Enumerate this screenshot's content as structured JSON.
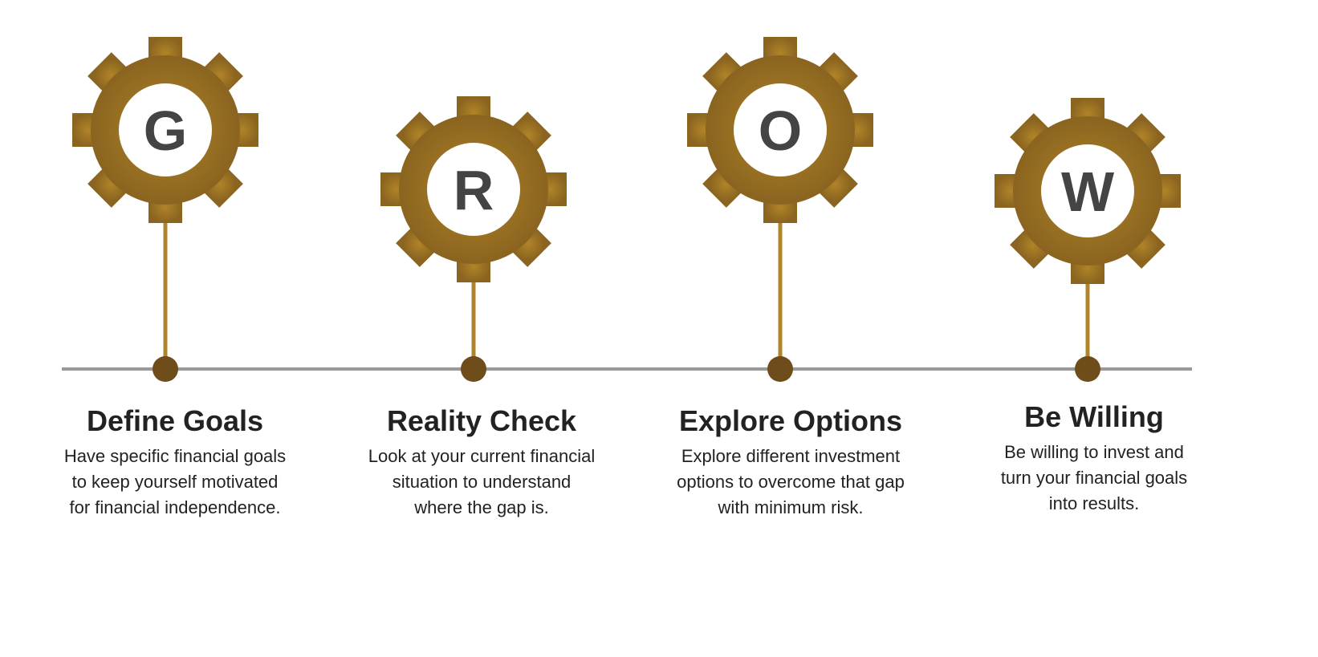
{
  "colors": {
    "gear_light": "#a87c26",
    "gear_dark": "#8a6420",
    "stem": "#b0842a",
    "dot": "#6e4d1a",
    "line": "#999999",
    "letter": "#444444"
  },
  "steps": [
    {
      "letter": "G",
      "icon": "gear-icon",
      "title": "Define Goals",
      "lines": [
        "Have specific financial goals",
        "to keep yourself motivated",
        "for financial independence."
      ]
    },
    {
      "letter": "R",
      "icon": "gear-icon",
      "title": "Reality Check",
      "lines": [
        "Look at your current financial",
        "situation to understand",
        "where the gap is."
      ]
    },
    {
      "letter": "O",
      "icon": "gear-icon",
      "title": "Explore Options",
      "lines": [
        "Explore different investment",
        "options to overcome that gap",
        "with minimum risk."
      ]
    },
    {
      "letter": "W",
      "icon": "gear-icon",
      "title": "Be Willing",
      "lines": [
        "Be willing to invest and",
        "turn your financial goals",
        "into results."
      ]
    }
  ]
}
